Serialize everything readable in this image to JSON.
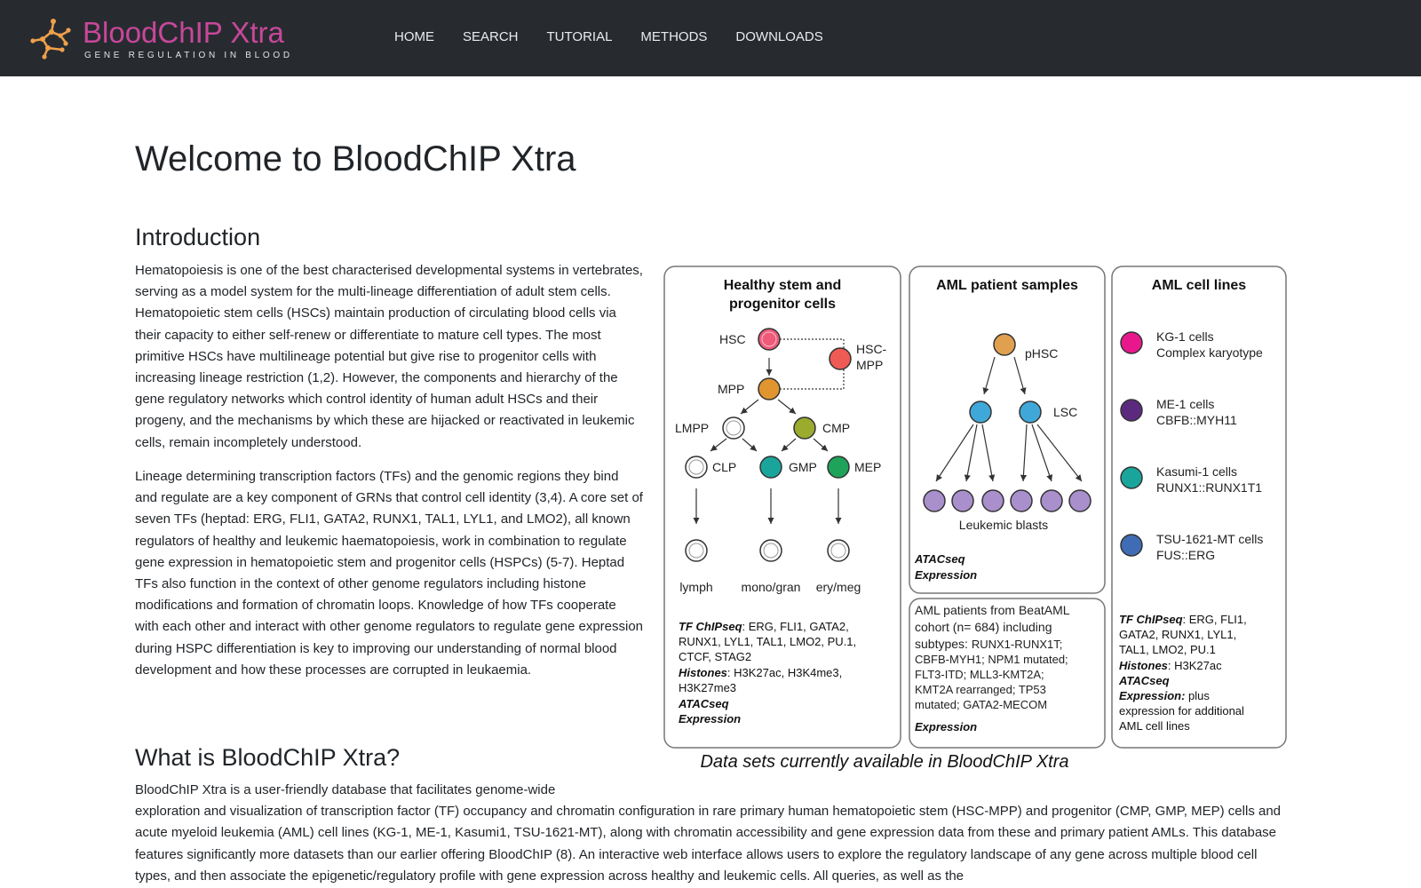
{
  "brand": {
    "name": "BloodChIP Xtra",
    "tagline": "GENE REGULATION IN BLOOD",
    "accent_color": "#c8479a",
    "logo_icon_color": "#f0a04b"
  },
  "nav": {
    "items": [
      "HOME",
      "SEARCH",
      "TUTORIAL",
      "METHODS",
      "DOWNLOADS"
    ]
  },
  "main": {
    "title": "Welcome to BloodChIP Xtra",
    "intro_heading": "Introduction",
    "intro_p1": "Hematopoiesis is one of the best characterised developmental systems in vertebrates, serving as a model system for the multi-lineage differentiation of adult stem cells. Hematopoietic stem cells (HSCs) maintain production of circulating blood cells via their capacity to either self-renew or differentiate to mature cell types. The most primitive HSCs have multilineage potential but give rise to progenitor cells with increasing lineage restriction (1,2). However, the components and hierarchy of the gene regulatory networks which control identity of human adult HSCs and their progeny, and the mechanisms by which these are hijacked or reactivated in leukemic cells, remain incompletely understood.",
    "intro_p2": "Lineage determining transcription factors (TFs) and the genomic regions they bind and regulate are a key component of GRNs that control cell identity (3,4). A core set of seven TFs (heptad: ERG, FLI1, GATA2, RUNX1, TAL1, LYL1, and LMO2), all known regulators of healthy and leukemic haematopoiesis, work in combination to regulate gene expression in hematopoietic stem and progenitor cells (HSPCs) (5-7). Heptad TFs also function in the context of other genome regulators including histone modifications and formation of chromatin loops. Knowledge of how TFs cooperate with each other and interact with other genome regulators to regulate gene expression during HSPC differentiation is key to improving our understanding of normal blood development and how these processes are corrupted in leukaemia.",
    "what_heading": "What is BloodChIP Xtra?",
    "what_p_lead": "BloodChIP Xtra is a user-friendly database that facilitates genome-wide",
    "what_p_rest": "exploration and visualization of transcription factor (TF) occupancy and chromatin configuration in rare primary human hematopoietic stem (HSC-MPP) and progenitor (CMP, GMP, MEP) cells and acute myeloid leukemia (AML) cell lines (KG-1, ME-1, Kasumi1, TSU-1621-MT), along with chromatin accessibility and gene expression data from these and primary patient AMLs. This database features significantly more datasets than our earlier offering BloodChIP (8). An interactive web interface allows users to explore the regulatory landscape of any gene across multiple blood cell types, and then associate the epigenetic/regulatory profile with gene expression across healthy and leukemic cells. All queries, as well as the"
  },
  "figure": {
    "caption": "Data sets currently available in BloodChIP Xtra",
    "healthy": {
      "title_1": "Healthy stem and",
      "title_2": "progenitor cells",
      "hsc": "HSC",
      "hsc_mpp_1": "HSC-",
      "hsc_mpp_2": "MPP",
      "mpp": "MPP",
      "lmpp": "LMPP",
      "cmp": "CMP",
      "clp": "CLP",
      "gmp": "GMP",
      "mep": "MEP",
      "lymph": "lymph",
      "mono": "mono/gran",
      "ery": "ery/meg",
      "tf_label": "TF ChIPseq",
      "tf_text_1": ": ERG, FLI1, GATA2,",
      "tf_text_2": "RUNX1, LYL1, TAL1, LMO2, PU.1,",
      "tf_text_3": "CTCF, STAG2",
      "hist_label": "Histones",
      "hist_text_1": ": H3K27ac, H3K4me3,",
      "hist_text_2": "H3K27me3",
      "atac": "ATACseq",
      "expr": "Expression"
    },
    "aml_patients": {
      "title": "AML patient samples",
      "phsc": "pHSC",
      "lsc": "LSC",
      "blasts": "Leukemic blasts",
      "atac": "ATACseq",
      "expr": "Expression"
    },
    "beat_aml": {
      "line_1": "AML patients from BeatAML",
      "line_2": "cohort (n= 684) including",
      "line_3a": "subtypes: ",
      "line_3b": "RUNX1-RUNX1T;",
      "line_4": "CBFB-MYH1; NPM1 mutated;",
      "line_5": "FLT3-ITD; MLL3-KMT2A;",
      "line_6": "KMT2A rearranged; TP53",
      "line_7": "mutated; GATA2-MECOM",
      "expr": "Expression"
    },
    "cell_lines": {
      "title": "AML cell lines",
      "items": [
        {
          "name": "KG-1 cells",
          "detail": "Complex karyotype",
          "color": "#e8188c"
        },
        {
          "name": "ME-1 cells",
          "detail": "CBFB::MYH11",
          "color": "#5b2a7e"
        },
        {
          "name": "Kasumi-1 cells",
          "detail": "RUNX1::RUNX1T1",
          "color": "#1aa59c"
        },
        {
          "name": "TSU-1621-MT cells",
          "detail": "FUS::ERG",
          "color": "#3f6cb4"
        }
      ],
      "tf_label": "TF ChIPseq",
      "tf_text_1": ": ERG, FLI1,",
      "tf_text_2": "GATA2, RUNX1, LYL1,",
      "tf_text_3": "TAL1, LMO2, PU.1",
      "hist_label": "Histones",
      "hist_text": ": H3K27ac",
      "atac": "ATACseq",
      "expr_label": "Expression:",
      "expr_text_1": " plus",
      "expr_text_2": "expression for additional",
      "expr_text_3": "AML cell lines"
    },
    "colors": {
      "hsc": "#ee5a7a",
      "hsc_mpp": "#ef5a55",
      "mpp": "#e0952e",
      "cmp": "#9aab2e",
      "gmp": "#1aa59c",
      "mep": "#1fa35a",
      "phsc": "#e0a050",
      "lsc": "#40a8d8",
      "blast": "#a990cc"
    }
  }
}
